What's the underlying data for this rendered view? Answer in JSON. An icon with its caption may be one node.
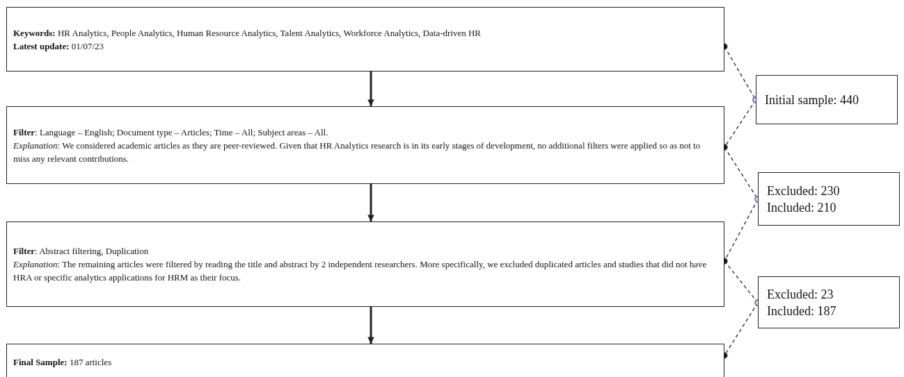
{
  "diagram": {
    "nodes": [
      {
        "text": [
          "**Keywords:** HR Analytics, People Analytics, Human Resource Analytics, Talent Analytics, Workforce Analytics, Data-driven HR",
          "**Latest update:** 01/07/23"
        ]
      },
      {
        "text": [
          "**Filter**: Language – English; Document type – Articles; Time – All; Subject areas – All.",
          "*Explanation*: We considered academic articles as they are peer-reviewed. Given that HR Analytics research is in its early stages of development, no additional filters were applied so as not to miss any relevant contributions."
        ]
      },
      {
        "text": [
          "**Filter**: Abstract filtering, Duplication",
          "*Explanation*: The remaining articles were filtered by reading the title and abstract by 2 independent researchers. More specifically, we excluded duplicated articles and studies that did not have HRA or specific analytics applications for HRM as their focus."
        ]
      },
      {
        "text": [
          "**Final Sample:** 187 articles"
        ]
      },
      {
        "text": [
          "Initial sample: 440"
        ]
      },
      {
        "text": [
          "Excluded: 230",
          "Included: 210"
        ]
      },
      {
        "text": [
          "Excluded: 23",
          "Included: 187"
        ]
      }
    ],
    "edges": [
      {
        "from": 0,
        "to": 1,
        "arrow": "to"
      },
      {
        "from": 1,
        "to": 2,
        "arrow": "to"
      },
      {
        "from": 2,
        "to": 3,
        "arrow": "to"
      },
      {
        "from": 0,
        "to": 4,
        "arrow": "other",
        "style": "dashed"
      },
      {
        "from": 4,
        "to": 1,
        "arrow": "other",
        "style": "dashed"
      },
      {
        "from": 1,
        "to": 5,
        "arrow": "other",
        "style": "dashed"
      },
      {
        "from": 5,
        "to": 2,
        "arrow": "other",
        "style": "dashed"
      },
      {
        "from": 2,
        "to": 6,
        "arrow": "other",
        "style": "dashed"
      },
      {
        "from": 6,
        "to": 3,
        "arrow": "other",
        "style": "dashed"
      }
    ]
  }
}
